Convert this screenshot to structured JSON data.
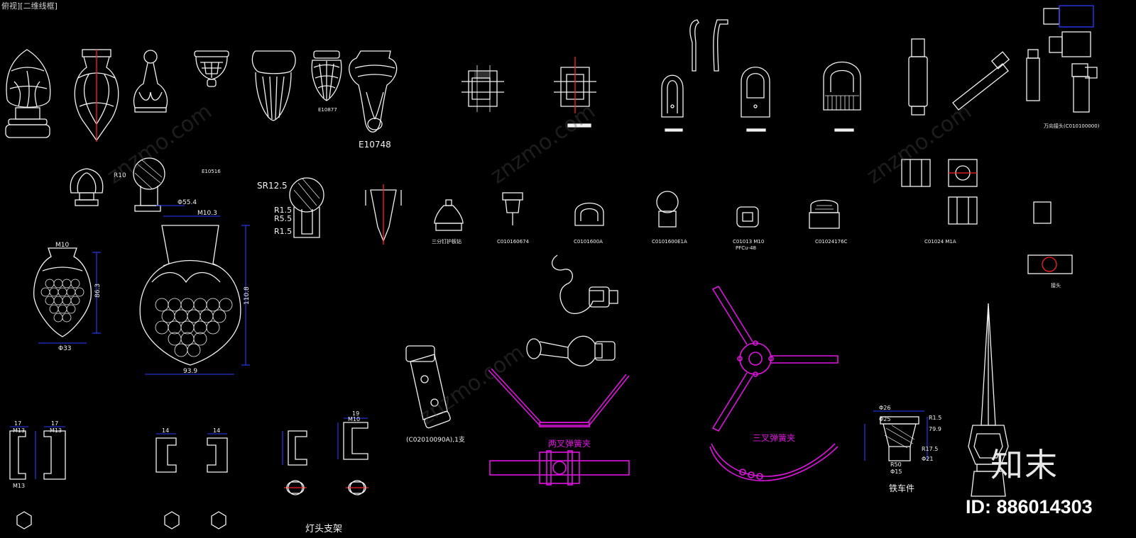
{
  "viewport": {
    "label": "俯视][二维线框]"
  },
  "part_labels": {
    "e10748": "E10748",
    "e10877": "E10877",
    "e10516": "E10516",
    "sr125": "SR12.5",
    "r15a": "R1.5",
    "r55": "R5.5",
    "r15b": "R1.5",
    "m10a": "M10",
    "m10b": "M10.3",
    "d55": "Φ55.4",
    "r10": "R10",
    "dim_86": "86.3",
    "dim_110": "110.8",
    "dim_d33": "Φ33",
    "dim_93": "93.9",
    "sanfen": "三分钉护板钻",
    "c1": "C010160674",
    "c2": "C0101600A",
    "c3": "C0101600E1A",
    "c4": "C01013 M10",
    "c4b": "PFCu-48",
    "c5": "C01024176C",
    "c6": "C01024 M1A",
    "wanxiang": "万向接头(C010100000)",
    "jietou": "接头",
    "c_long": "(C02010090A),1支",
    "liangcha": "两叉弹簧夹",
    "sancha": "三叉弹簧夹",
    "tiecheijian": "铁车件",
    "dengtou": "灯头支架",
    "m13a": "M13",
    "m13b": "M13",
    "m13c": "M13",
    "m13d": "M10",
    "d17a": "17",
    "d17b": "17",
    "d14a": "14",
    "d14b": "14",
    "d19": "19",
    "d26": "Φ26",
    "d25": "Φ25",
    "r15c": "R1.5",
    "d79": "79.9",
    "d15": "Φ15",
    "r50": "R50",
    "d21": "Φ21",
    "r17": "R17.5"
  },
  "watermark": {
    "brand": "知末",
    "id": "ID: 886014303",
    "site": "znzmo.com"
  },
  "colors": {
    "background": "#000000",
    "line": "#ffffff",
    "accent": "#e012e0",
    "dim": "#2a3cff",
    "center": "#ff2020"
  }
}
